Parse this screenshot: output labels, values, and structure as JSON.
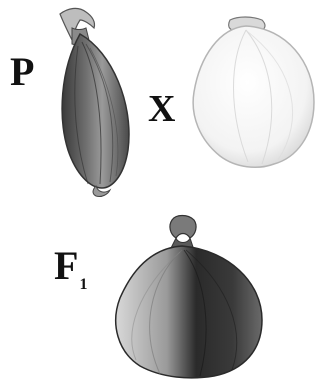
{
  "labels": {
    "parent": "P",
    "cross": "X",
    "f1_letter": "F",
    "f1_subscript": "1"
  },
  "colors": {
    "background": "#ffffff",
    "label_text": "#111111",
    "dark_onion_fill": "#7a7a7a",
    "white_onion_fill": "#f6f6f6",
    "outline": "#333333"
  },
  "icons": {
    "left_parent": "dark-elongated-onion",
    "right_parent": "white-round-onion",
    "offspring": "half-dark-half-light-onion"
  }
}
